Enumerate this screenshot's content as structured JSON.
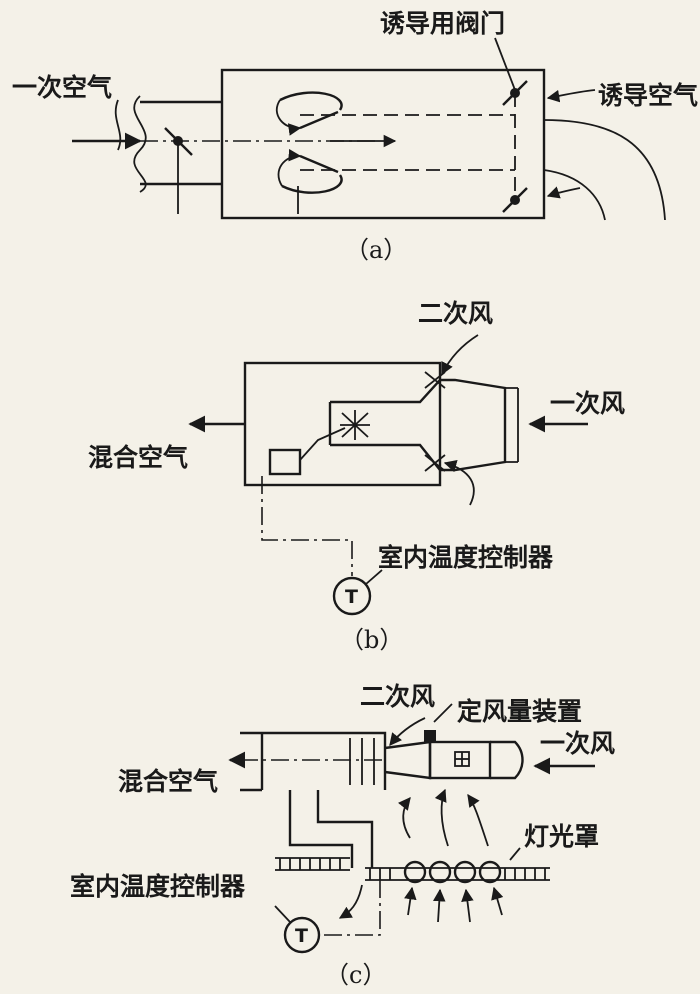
{
  "figure_a": {
    "label_primary_air": "一次空气",
    "label_induction_damper": "诱导用阀门",
    "label_induced_air": "诱导空气",
    "caption": "（a）"
  },
  "figure_b": {
    "label_secondary_air": "二次风",
    "label_primary_air": "一次风",
    "label_mixed_air": "混合空气",
    "label_thermostat": "室内温度控制器",
    "thermostat_symbol": "T",
    "caption": "（b）"
  },
  "figure_c": {
    "label_secondary_air": "二次风",
    "label_constant_volume_device": "定风量装置",
    "label_primary_air": "一次风",
    "label_mixed_air": "混合空气",
    "label_light_hood": "灯光罩",
    "label_thermostat": "室内温度控制器",
    "thermostat_symbol": "T",
    "caption": "（c）"
  }
}
